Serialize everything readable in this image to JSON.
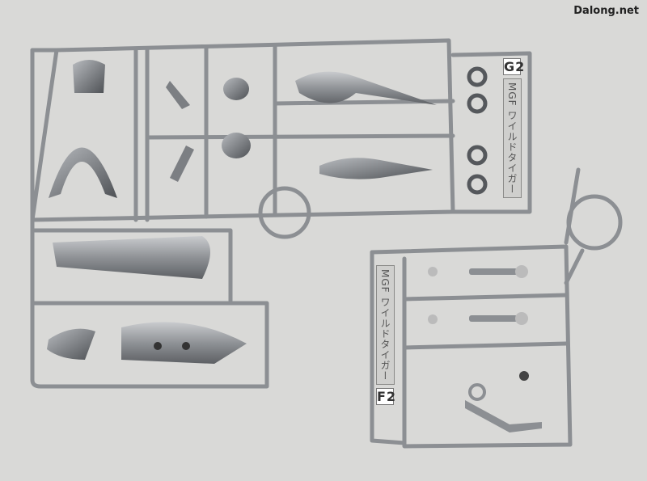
{
  "watermark": "Dalong.net",
  "sprue_g": {
    "letter": "G2",
    "product": "MGF ワイルドタイガー"
  },
  "sprue_f": {
    "letter": "F2",
    "product": "MGF ワイルドタイガー"
  },
  "colors": {
    "background": "#d9d9d7",
    "plastic": "#9a9c9f",
    "plastic_dark": "#55585c"
  }
}
